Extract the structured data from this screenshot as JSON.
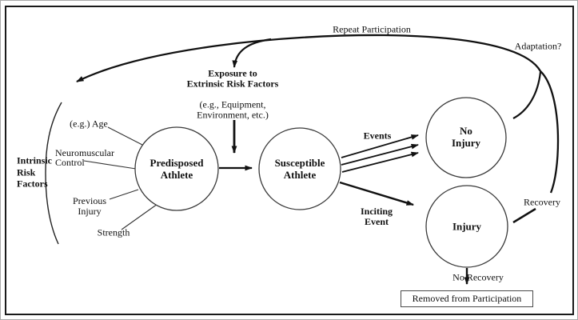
{
  "colors": {
    "ink": "#111111",
    "circle_stroke": "#3a3a3a",
    "frame": "#1a1a1a",
    "background": "#ffffff"
  },
  "nodes": {
    "predisposed": "Predisposed\nAthlete",
    "susceptible": "Susceptible\nAthlete",
    "no_injury": "No\nInjury",
    "injury": "Injury"
  },
  "labels": {
    "repeat_participation": "Repeat Participation",
    "adaptation": "Adaptation?",
    "exposure_title": "Exposure to\nExtrinsic Risk Factors",
    "exposure_examples": "(e.g., Equipment,\nEnvironment, etc.)",
    "intrinsic_risk_factors": "Intrinsic\nRisk\nFactors",
    "age": "(e.g.) Age",
    "neuromuscular_control": "Neuromuscular\nControl",
    "previous_injury": "Previous\nInjury",
    "strength": "Strength",
    "events": "Events",
    "inciting_event": "Inciting\nEvent",
    "recovery": "Recovery",
    "no_recovery": "No Recovery",
    "removed_from_participation": "Removed from Participation"
  }
}
